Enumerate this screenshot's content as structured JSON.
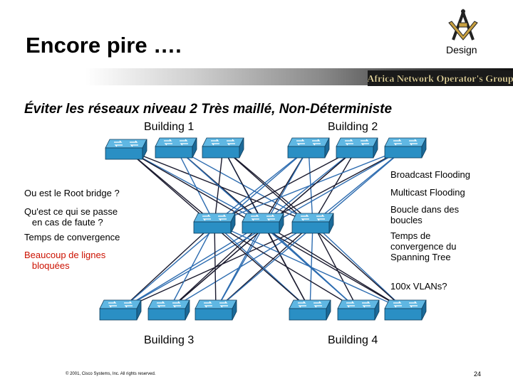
{
  "header": {
    "title": "Encore pire ….",
    "design_label": "Design",
    "banner_text": "Africa Network Operator's Group"
  },
  "subtitle": "Éviter  les réseaux niveau 2 Très maillé, Non-Déterministe",
  "buildings": {
    "b1": "Building 1",
    "b2": "Building 2",
    "b3": "Building 3",
    "b4": "Building 4"
  },
  "left_notes": {
    "root": "Ou est le Root bridge ?",
    "fault": "Qu'est ce qui se passe\n   en cas de faute ?",
    "convergence": "Temps de convergence",
    "blocked": "Beaucoup de lignes\n   bloquées"
  },
  "right_notes": {
    "broadcast": "Broadcast Flooding",
    "multicast": "Multicast Flooding",
    "loops": "Boucle dans des\nboucles",
    "stp": "Temps de\nconvergence du\nSpanning Tree",
    "vlans": "100x VLANs?"
  },
  "footer": {
    "copyright": "© 2001, Cisco Systems, Inc. All rights reserved.",
    "page": "24"
  },
  "colors": {
    "switch_face": "#2a8fc4",
    "switch_top": "#5fb7e3",
    "switch_side": "#1b6a99",
    "link_dark": "#1a1a2e",
    "link_blue": "#2d6cb0",
    "note_red": "#cc1100"
  },
  "icons": [
    "compass-square-logo",
    "switch-icon"
  ]
}
